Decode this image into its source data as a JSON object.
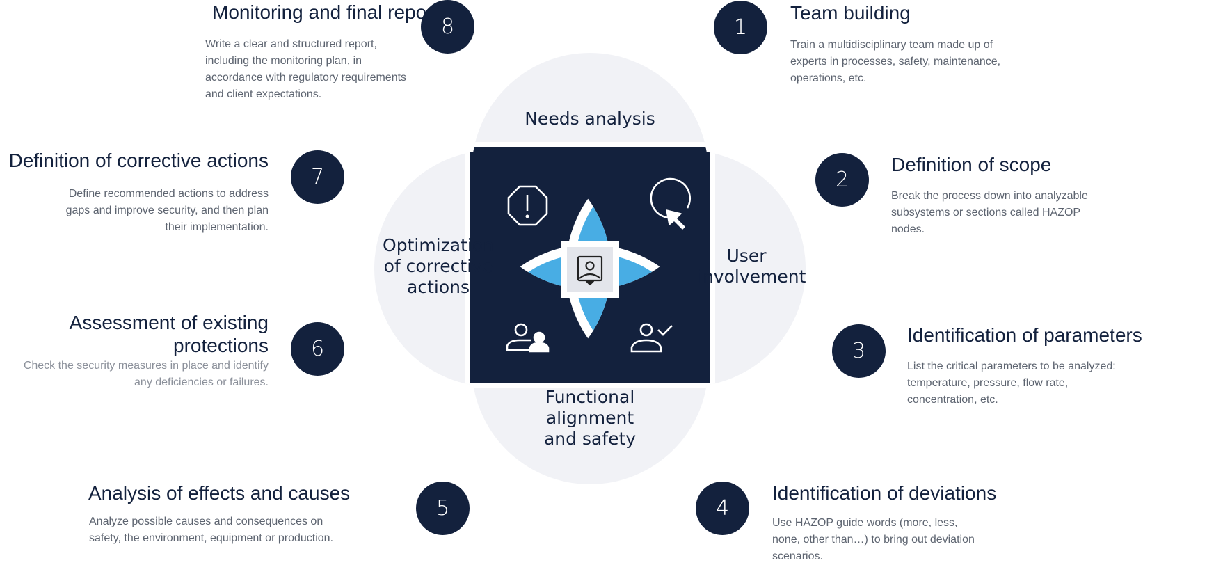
{
  "diagram": {
    "circles": [
      {
        "id": "top",
        "label": "Needs analysis"
      },
      {
        "id": "right",
        "label": "User involvement"
      },
      {
        "id": "bottom",
        "label": "Functional alignment and safety"
      },
      {
        "id": "left",
        "label": "Optimization of corrective actions"
      }
    ],
    "petal_icons": [
      "alert-octagon-icon",
      "cursor-click-icon",
      "user-group-icon",
      "user-check-icon"
    ],
    "center_icon": "user-pin-icon",
    "colors": {
      "circle_fill": "#f1f2f6",
      "petal_fill": "#13213d",
      "lens_fill": "#48ade4",
      "center_fill": "#e3e5eb",
      "badge_fill": "#13213d",
      "title_color": "#13213d",
      "desc_color": "#5d6470"
    }
  },
  "steps": [
    {
      "number": "1",
      "title": "Team building",
      "description": "Train a multidisciplinary team made up of experts in processes, safety, maintenance, operations, etc."
    },
    {
      "number": "2",
      "title": "Definition of scope",
      "description": "Break the process down into analyzable subsystems or sections called HAZOP nodes."
    },
    {
      "number": "3",
      "title": "Identification of parameters",
      "description": "List the critical parameters to be analyzed: temperature, pressure, flow rate, concentration, etc."
    },
    {
      "number": "4",
      "title": "Identification of deviations",
      "description": "Use HAZOP guide words (more, less, none, other than…) to bring out deviation scenarios."
    },
    {
      "number": "5",
      "title": "Analysis of effects and causes",
      "description": "Analyze possible causes and consequences on safety, the environment, equipment or production."
    },
    {
      "number": "6",
      "title": "Assessment of existing protections",
      "description": "Check the security measures in place and identify any deficiencies or failures."
    },
    {
      "number": "7",
      "title": "Definition of corrective actions",
      "description": "Define recommended actions to address gaps and improve security, and then plan their implementation."
    },
    {
      "number": "8",
      "title": "Monitoring and final report",
      "description": "Write a clear and structured report, including the monitoring plan, in accordance with regulatory requirements and client expectations."
    }
  ]
}
